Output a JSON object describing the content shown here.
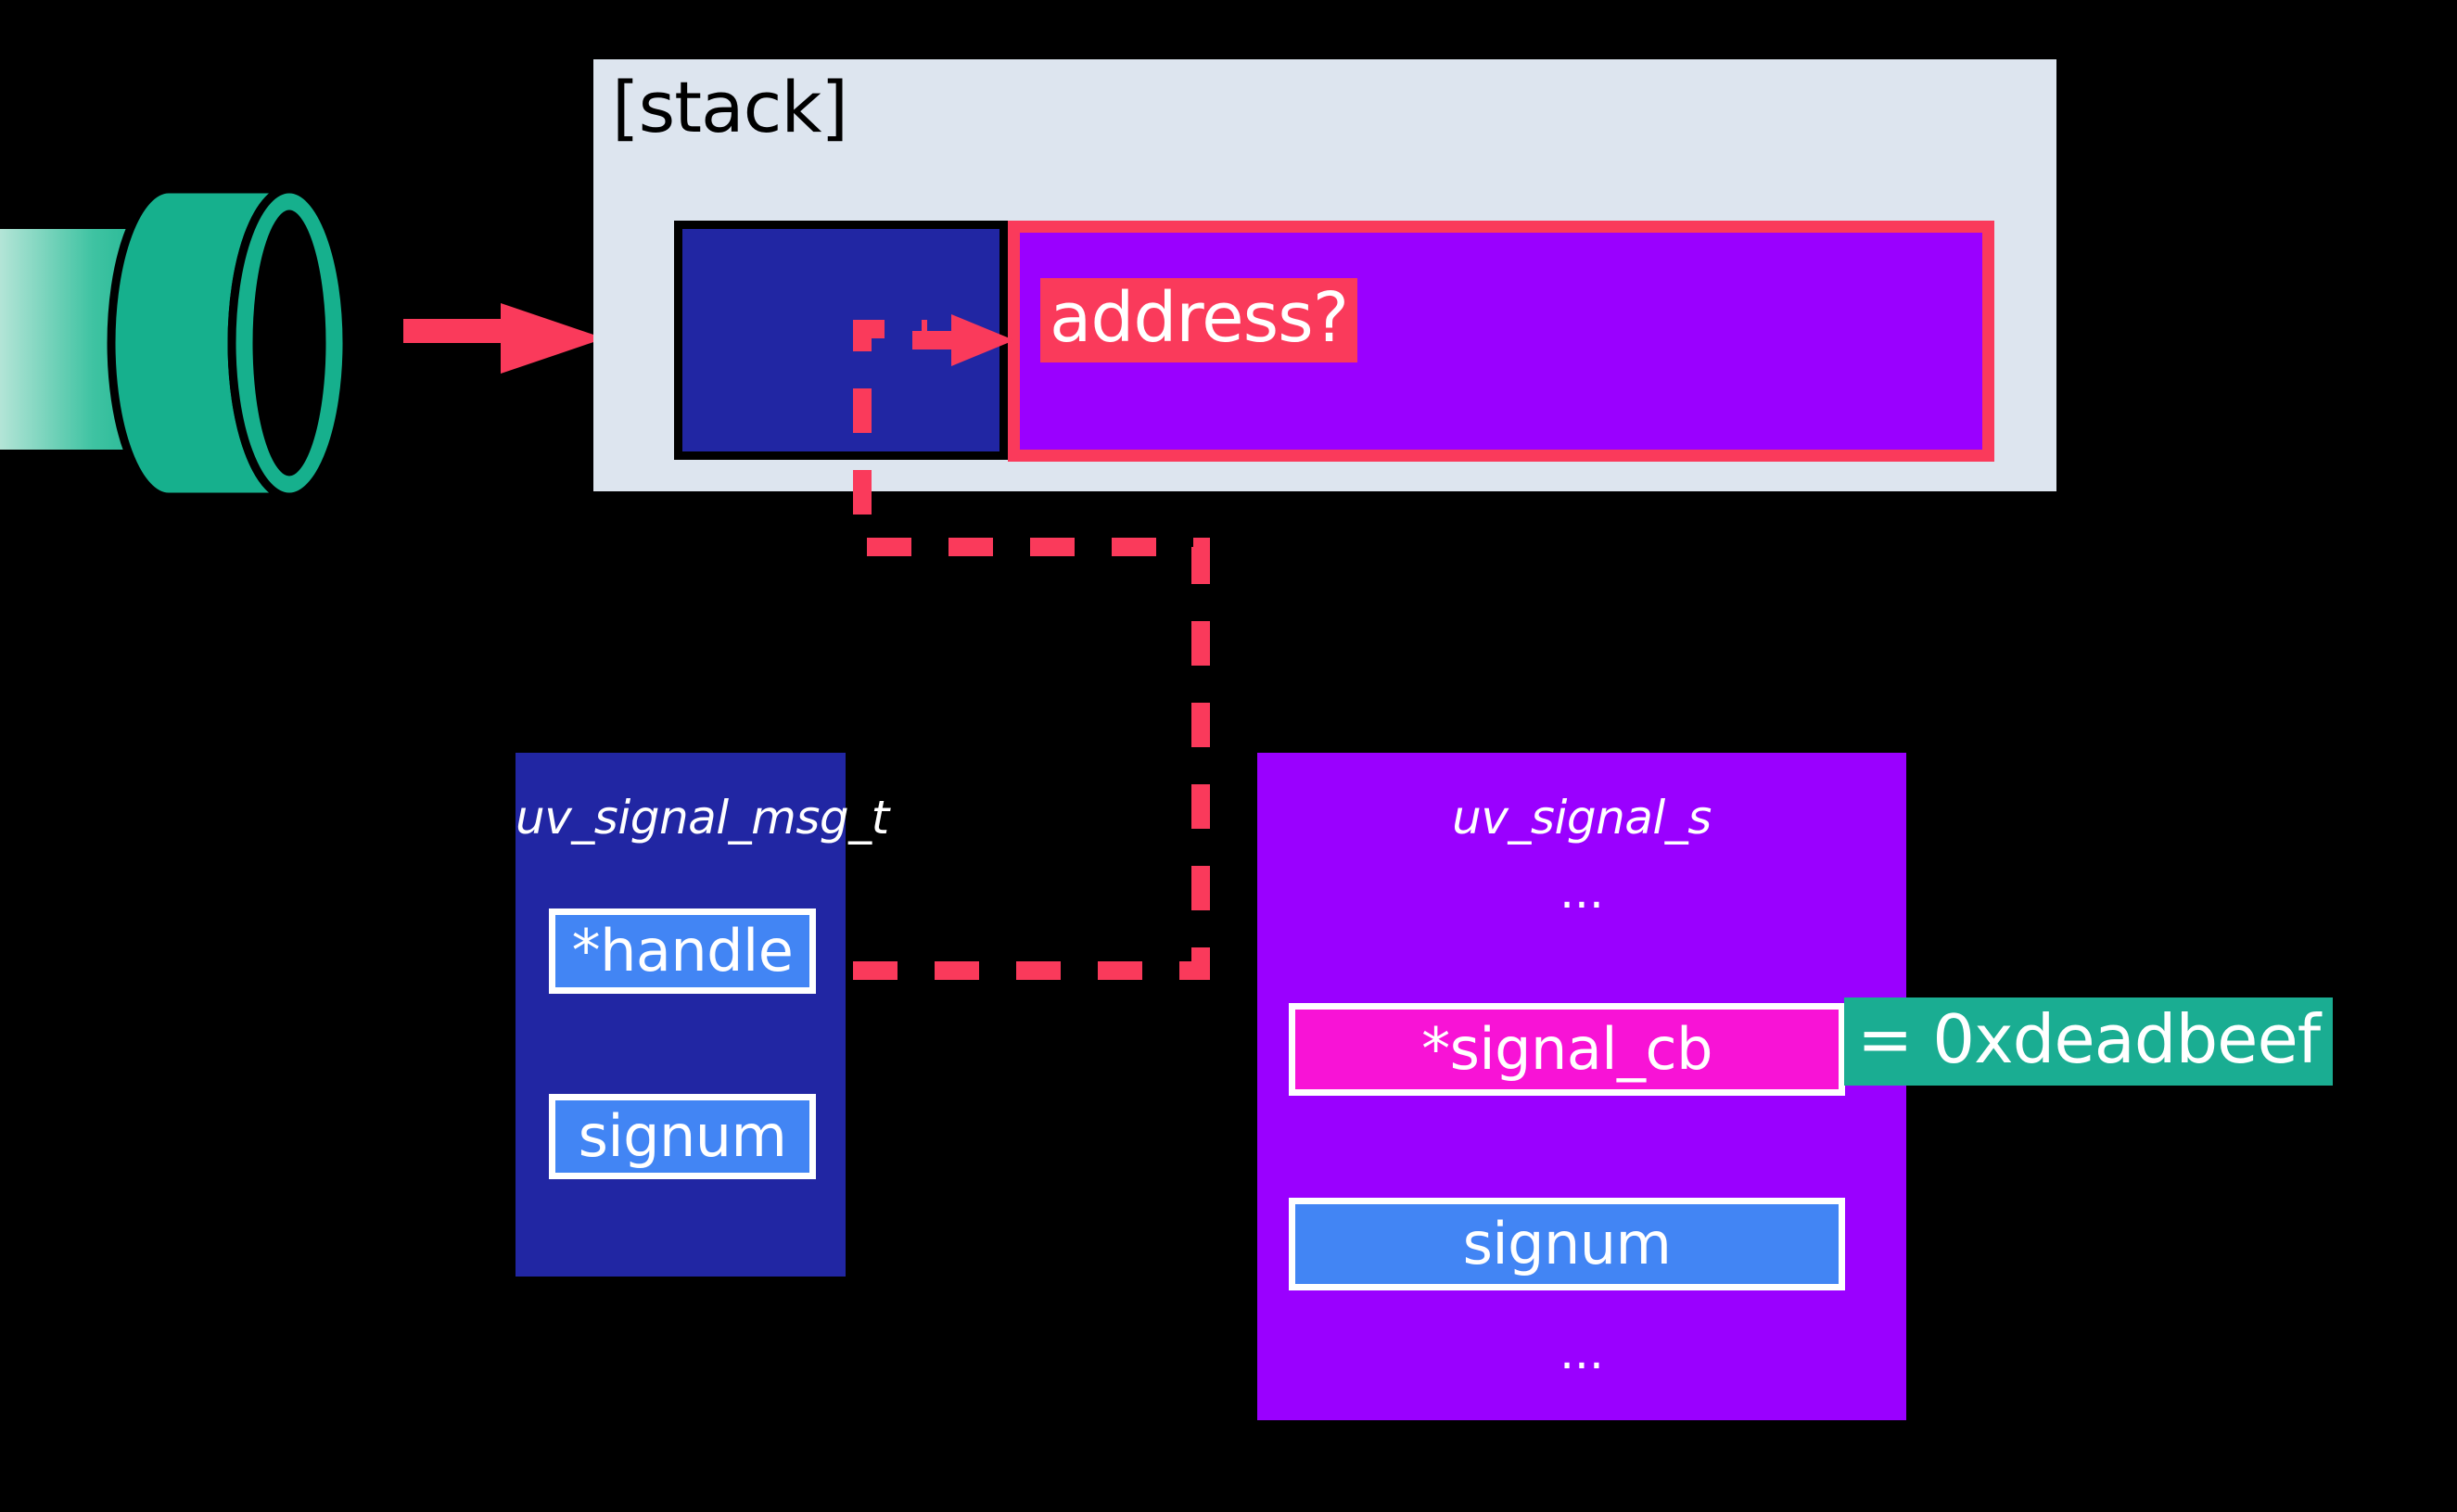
{
  "colors": {
    "background": "#000000",
    "stack_panel": "#dde5ef",
    "dark_blue": "#2126a3",
    "purple": "#9a00ff",
    "magenta": "#f813d6",
    "field_blue": "#4285f4",
    "red_accent": "#fa3a5b",
    "teal": "#1aad92",
    "white": "#ffffff"
  },
  "stack": {
    "title": "[stack]",
    "address_label": "address?"
  },
  "pipe": {
    "icon_name": "pipe-cylinder-icon"
  },
  "arrows": {
    "write_arrow_name": "write-into-stack-arrow",
    "deref_arrow_name": "deref-arrow"
  },
  "structs": [
    {
      "name": "uv_signal_msg_t",
      "kind": "msg",
      "has_top_ellipsis": false,
      "has_bottom_ellipsis": false,
      "fields": [
        {
          "label": "*handle",
          "style": "blue"
        },
        {
          "label": "signum",
          "style": "blue"
        }
      ]
    },
    {
      "name": "uv_signal_s",
      "kind": "signal",
      "has_top_ellipsis": true,
      "has_bottom_ellipsis": true,
      "ellipsis": "...",
      "fields": [
        {
          "label": "*signal_cb",
          "style": "magenta"
        },
        {
          "label": "signum",
          "style": "blue"
        }
      ]
    }
  ],
  "annotation": {
    "deadbeef": "= 0xdeadbeef"
  }
}
